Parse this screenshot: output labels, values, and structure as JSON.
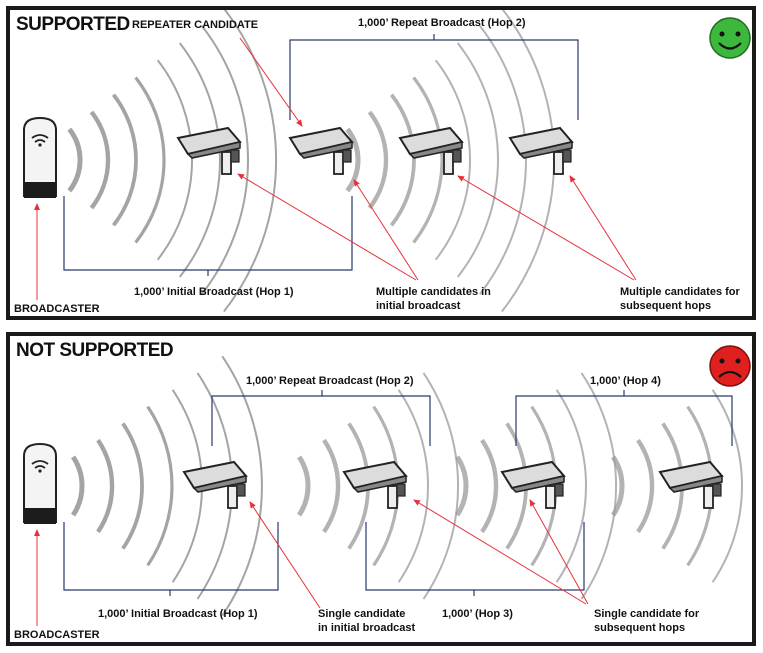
{
  "supported": {
    "title": "SUPPORTED",
    "face": "smiling-face",
    "face_color": "#3cb83c",
    "labels": {
      "repeater_candidate": "REPEATER CANDIDATE",
      "repeat_broadcast": "1,000’ Repeat Broadcast (Hop 2)",
      "initial_broadcast": "1,000’ Initial Broadcast (Hop 1)",
      "multiple_initial": "Multiple candidates in initial broadcast",
      "multiple_subsequent": "Multiple candidates for subsequent hops",
      "broadcaster": "BROADCASTER"
    }
  },
  "not_supported": {
    "title": "NOT SUPPORTED",
    "face": "frowning-face",
    "face_color": "#e0201e",
    "labels": {
      "repeat_broadcast": "1,000’ Repeat Broadcast (Hop 2)",
      "hop4": "1,000’  (Hop 4)",
      "initial_broadcast": "1,000’ Initial Broadcast (Hop 1)",
      "single_initial": "Single candidate in initial broadcast",
      "hop3": "1,000’  (Hop 3)",
      "single_subsequent": "Single candidate for subsequent hops",
      "broadcaster": "BROADCASTER"
    }
  },
  "colors": {
    "arrow": "#e8303a",
    "bracket": "#2a3a6a",
    "wave": "#9a9a9a"
  }
}
